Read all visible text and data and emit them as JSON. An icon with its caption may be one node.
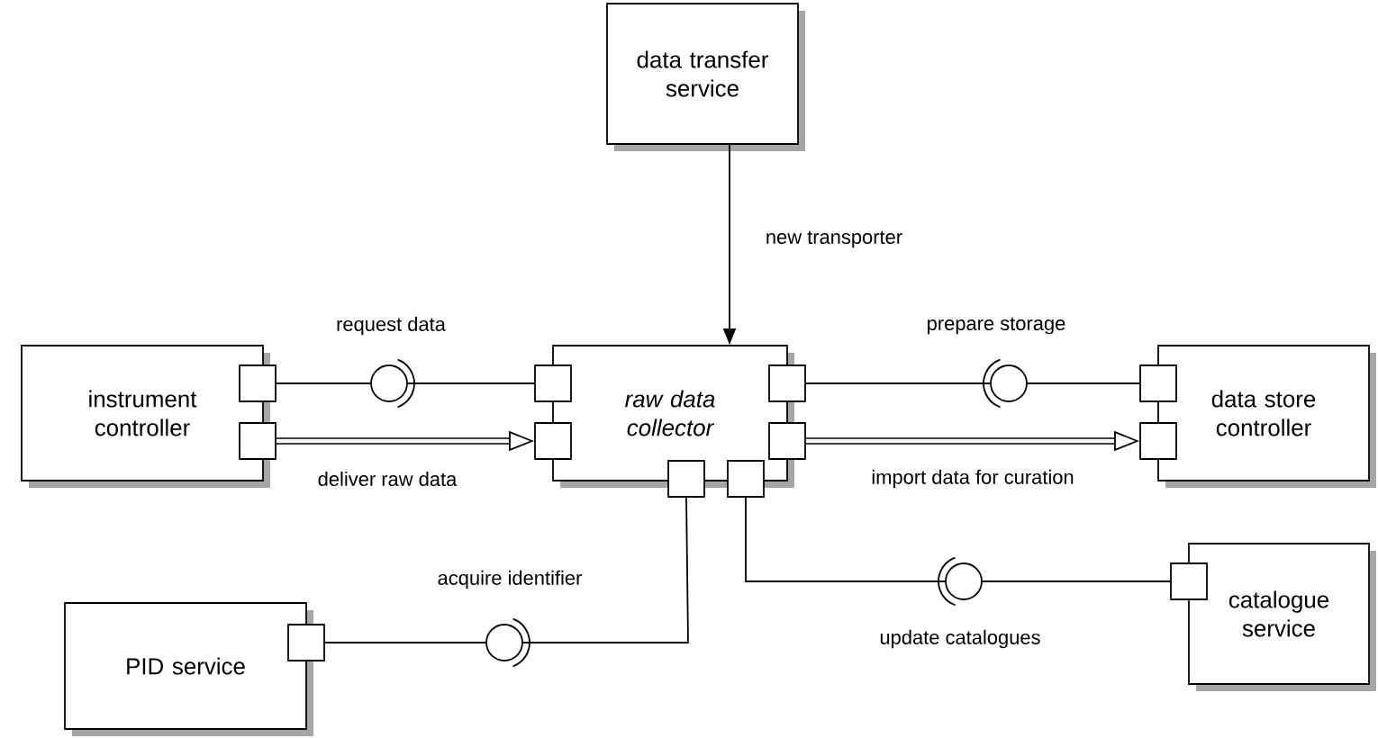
{
  "diagram": {
    "nodes": [
      {
        "text": [
          "data transfer service"
        ]
      },
      {
        "text": [
          "instrument controller"
        ]
      },
      {
        "text": [
          "raw data collector"
        ]
      },
      {
        "text": [
          "data store controller"
        ]
      },
      {
        "text": [
          "PID service"
        ]
      },
      {
        "text": [
          "catalogue service"
        ]
      }
    ],
    "edges": [
      {
        "from": 0,
        "to": 2,
        "arrow": "to",
        "label": "new transporter"
      },
      {
        "from": 1,
        "to": 2,
        "arrow": "none",
        "label": "request data"
      },
      {
        "from": 1,
        "to": 2,
        "arrow": "to",
        "style": "thick",
        "label": "deliver raw data"
      },
      {
        "from": 3,
        "to": 2,
        "arrow": "none",
        "label": "prepare storage"
      },
      {
        "from": 2,
        "to": 3,
        "arrow": "to",
        "style": "thick",
        "label": "import data for curation"
      },
      {
        "from": 4,
        "to": 2,
        "arrow": "none",
        "label": "acquire identifier"
      },
      {
        "from": 5,
        "to": 2,
        "arrow": "none",
        "label": "update catalogues"
      }
    ]
  }
}
